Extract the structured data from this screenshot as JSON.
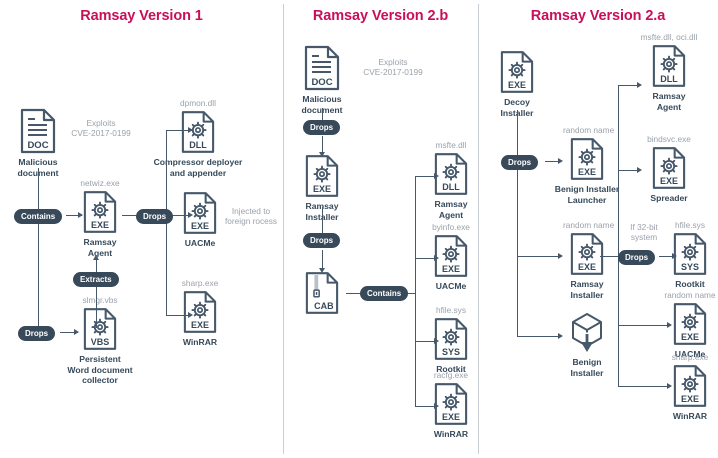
{
  "columns": [
    {
      "id": "v1",
      "title": "Ramsay Version 1",
      "nodes": [
        {
          "key": "doc",
          "toplabel": "",
          "caption": "Malicious\ndocument",
          "icon": "doc-file-icon",
          "badge": "DOC"
        },
        {
          "key": "dpmon",
          "toplabel": "dpmon.dll",
          "caption": "Compressor deployer\nand appender",
          "icon": "dll-file-icon",
          "badge": "DLL"
        },
        {
          "key": "netwiz",
          "toplabel": "netwiz.exe",
          "caption": "Ramsay\nAgent",
          "icon": "exe-file-icon",
          "badge": "EXE"
        },
        {
          "key": "uacme",
          "toplabel": "",
          "caption": "UACMe",
          "icon": "exe-file-icon",
          "badge": "EXE"
        },
        {
          "key": "sharp",
          "toplabel": "sharp.exe",
          "caption": "WinRAR",
          "icon": "exe-file-icon",
          "badge": "EXE"
        },
        {
          "key": "slmgr",
          "toplabel": "slmgr.vbs",
          "caption": "Persistent\nWord document\ncollector",
          "icon": "vbs-file-icon",
          "badge": "VBS"
        }
      ],
      "pills": [
        {
          "key": "contains",
          "label": "Contains"
        },
        {
          "key": "drops1",
          "label": "Drops"
        },
        {
          "key": "extracts",
          "label": "Extracts"
        },
        {
          "key": "drops2",
          "label": "Drops"
        }
      ],
      "notes": [
        {
          "key": "exploit",
          "text": "Exploits\nCVE-2017-0199"
        },
        {
          "key": "injected",
          "text": "Injected to\nforeign rocess"
        }
      ]
    },
    {
      "id": "v2b",
      "title": "Ramsay Version 2.b",
      "nodes": [
        {
          "key": "doc",
          "toplabel": "",
          "caption": "Malicious\ndocument",
          "icon": "doc-file-icon",
          "badge": "DOC"
        },
        {
          "key": "installer",
          "toplabel": "",
          "caption": "Ramsay\nInstaller",
          "icon": "exe-file-icon",
          "badge": "EXE"
        },
        {
          "key": "cab",
          "toplabel": "",
          "caption": "",
          "icon": "cab-file-icon",
          "badge": "CAB"
        },
        {
          "key": "msfte",
          "toplabel": "msfte.dll",
          "caption": "Ramsay\nAgent",
          "icon": "dll-file-icon",
          "badge": "DLL"
        },
        {
          "key": "byinfo",
          "toplabel": "byinfo.exe",
          "caption": "UACMe",
          "icon": "exe-file-icon",
          "badge": "EXE"
        },
        {
          "key": "hfile",
          "toplabel": "hfile.sys",
          "caption": "Rootkit",
          "icon": "sys-file-icon",
          "badge": "SYS"
        },
        {
          "key": "racfg",
          "toplabel": "racfg.exe",
          "caption": "WinRAR",
          "icon": "exe-file-icon",
          "badge": "EXE"
        }
      ],
      "pills": [
        {
          "key": "drops1",
          "label": "Drops"
        },
        {
          "key": "drops2",
          "label": "Drops"
        },
        {
          "key": "contains",
          "label": "Contains"
        }
      ],
      "notes": [
        {
          "key": "exploit",
          "text": "Exploits\nCVE-2017-0199"
        }
      ]
    },
    {
      "id": "v2a",
      "title": "Ramsay Version 2.a",
      "nodes": [
        {
          "key": "decoy",
          "toplabel": "",
          "caption": "Decoy\nInstaller",
          "icon": "exe-file-icon",
          "badge": "EXE"
        },
        {
          "key": "launcher",
          "toplabel": "random name",
          "caption": "Benign Installer\nLauncher",
          "icon": "exe-file-icon",
          "badge": "EXE"
        },
        {
          "key": "installer",
          "toplabel": "random name",
          "caption": "Ramsay\nInstaller",
          "icon": "exe-file-icon",
          "badge": "EXE"
        },
        {
          "key": "benign",
          "toplabel": "",
          "caption": "Benign\nInstaller",
          "icon": "package-cube-icon",
          "badge": ""
        },
        {
          "key": "agent",
          "toplabel": "msfte.dll, oci.dll",
          "caption": "Ramsay\nAgent",
          "icon": "dll-file-icon",
          "badge": "DLL"
        },
        {
          "key": "spreader",
          "toplabel": "bindsvc.exe",
          "caption": "Spreader",
          "icon": "exe-file-icon",
          "badge": "EXE"
        },
        {
          "key": "rootkit",
          "toplabel": "hfile.sys",
          "caption": "Rootkit",
          "icon": "sys-file-icon",
          "badge": "SYS"
        },
        {
          "key": "uacme",
          "toplabel": "random name",
          "caption": "UACMe",
          "icon": "exe-file-icon",
          "badge": "EXE"
        },
        {
          "key": "winrar",
          "toplabel": "sharp.exe",
          "caption": "WinRAR",
          "icon": "exe-file-icon",
          "badge": "EXE"
        }
      ],
      "pills": [
        {
          "key": "drops1",
          "label": "Drops"
        },
        {
          "key": "drops2",
          "label": "Drops"
        }
      ],
      "notes": [
        {
          "key": "if32",
          "text": "If 32-bit\nsystem"
        }
      ]
    }
  ],
  "colors": {
    "title": "#c8105a",
    "stroke": "#46586a",
    "pill_bg": "#38495a",
    "caption": "#35495a",
    "note": "#9aa2ab",
    "divider": "#c9cdd4",
    "background": "#ffffff"
  }
}
